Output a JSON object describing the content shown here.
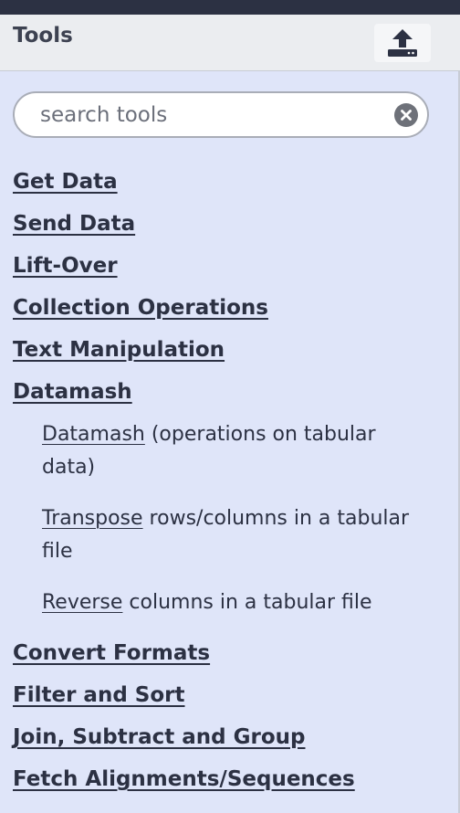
{
  "panel": {
    "title": "Tools"
  },
  "search": {
    "placeholder": "search tools",
    "value": ""
  },
  "sections": {
    "get_data": "Get Data",
    "send_data": "Send Data",
    "lift_over": "Lift-Over",
    "collection_operations": "Collection Operations",
    "text_manipulation": "Text Manipulation",
    "datamash": "Datamash",
    "convert_formats": "Convert Formats",
    "filter_and_sort": "Filter and Sort",
    "join_subtract_group": "Join, Subtract and Group",
    "fetch_alignments": "Fetch Alignments/Sequences"
  },
  "datamash_tools": [
    {
      "name": "Datamash",
      "description": " (operations on tabular data)"
    },
    {
      "name": "Transpose",
      "description": " rows/columns in a tabular file"
    },
    {
      "name": "Reverse",
      "description": " columns in a tabular file"
    }
  ],
  "icons": {
    "upload": "upload-icon",
    "clear": "clear-search-icon"
  }
}
